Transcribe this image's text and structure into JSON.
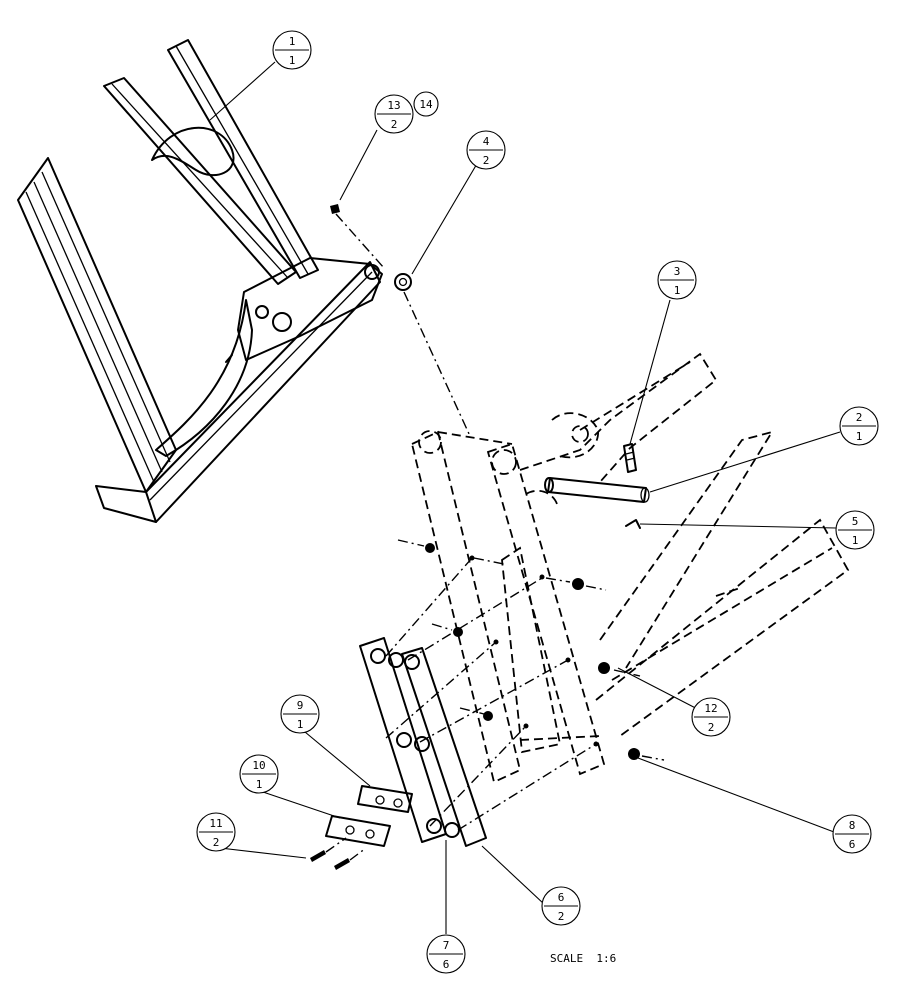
{
  "balloons": [
    {
      "id": "b1",
      "item": "1",
      "qty": "1"
    },
    {
      "id": "b2",
      "item": "2",
      "qty": "1"
    },
    {
      "id": "b3",
      "item": "3",
      "qty": "1"
    },
    {
      "id": "b4",
      "item": "4",
      "qty": "2"
    },
    {
      "id": "b5",
      "item": "5",
      "qty": "1"
    },
    {
      "id": "b6",
      "item": "6",
      "qty": "2"
    },
    {
      "id": "b7",
      "item": "7",
      "qty": "6"
    },
    {
      "id": "b8",
      "item": "8",
      "qty": "6"
    },
    {
      "id": "b9",
      "item": "9",
      "qty": "1"
    },
    {
      "id": "b10",
      "item": "10",
      "qty": "1"
    },
    {
      "id": "b11",
      "item": "11",
      "qty": "2"
    },
    {
      "id": "b12",
      "item": "12",
      "qty": "2"
    },
    {
      "id": "b13",
      "item": "13",
      "qty": "2"
    },
    {
      "id": "b14",
      "item": "14",
      "qty": ""
    }
  ],
  "scale_label": "SCALE  1:6"
}
